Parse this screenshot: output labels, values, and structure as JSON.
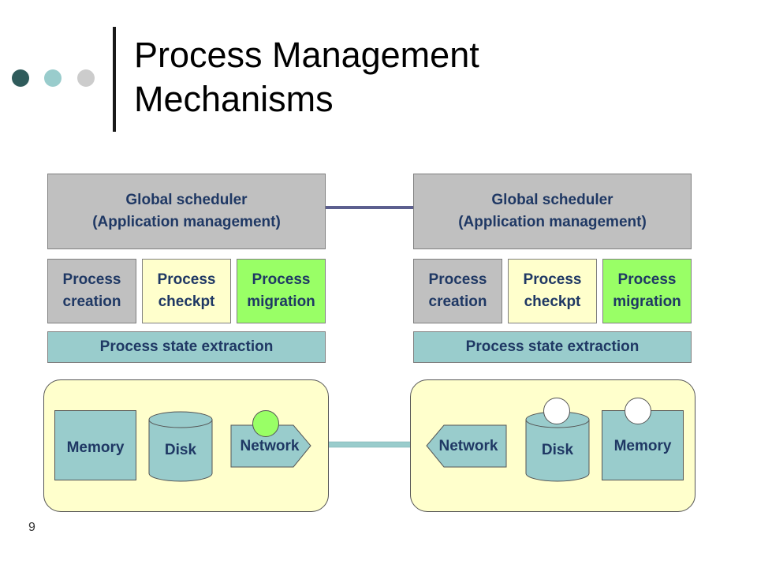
{
  "slide": {
    "title_line1": "Process Management",
    "title_line2": "Mechanisms",
    "page_number": "9"
  },
  "colors": {
    "dot_dark": "#2f5b5b",
    "dot_light": "#99cccc",
    "dot_grey": "#cccccc",
    "scheduler": "#c0c0c0",
    "checkpoint": "#ffffcc",
    "migration": "#99ff66",
    "extraction": "#99cccc",
    "node_bg": "#ffffcc",
    "arrow": "#5c5f8f",
    "network_link": "#99cccc"
  },
  "left": {
    "scheduler_line1": "Global scheduler",
    "scheduler_line2": "(Application management)",
    "creation_line1": "Process",
    "creation_line2": "creation",
    "checkpt_line1": "Process",
    "checkpt_line2": "checkpt",
    "migration_line1": "Process",
    "migration_line2": "migration",
    "extraction": "Process state extraction",
    "memory": "Memory",
    "disk": "Disk",
    "network": "Network"
  },
  "right": {
    "scheduler_line1": "Global scheduler",
    "scheduler_line2": "(Application management)",
    "creation_line1": "Process",
    "creation_line2": "creation",
    "checkpt_line1": "Process",
    "checkpt_line2": "checkpt",
    "migration_line1": "Process",
    "migration_line2": "migration",
    "extraction": "Process state extraction",
    "network": "Network",
    "disk": "Disk",
    "memory": "Memory"
  }
}
